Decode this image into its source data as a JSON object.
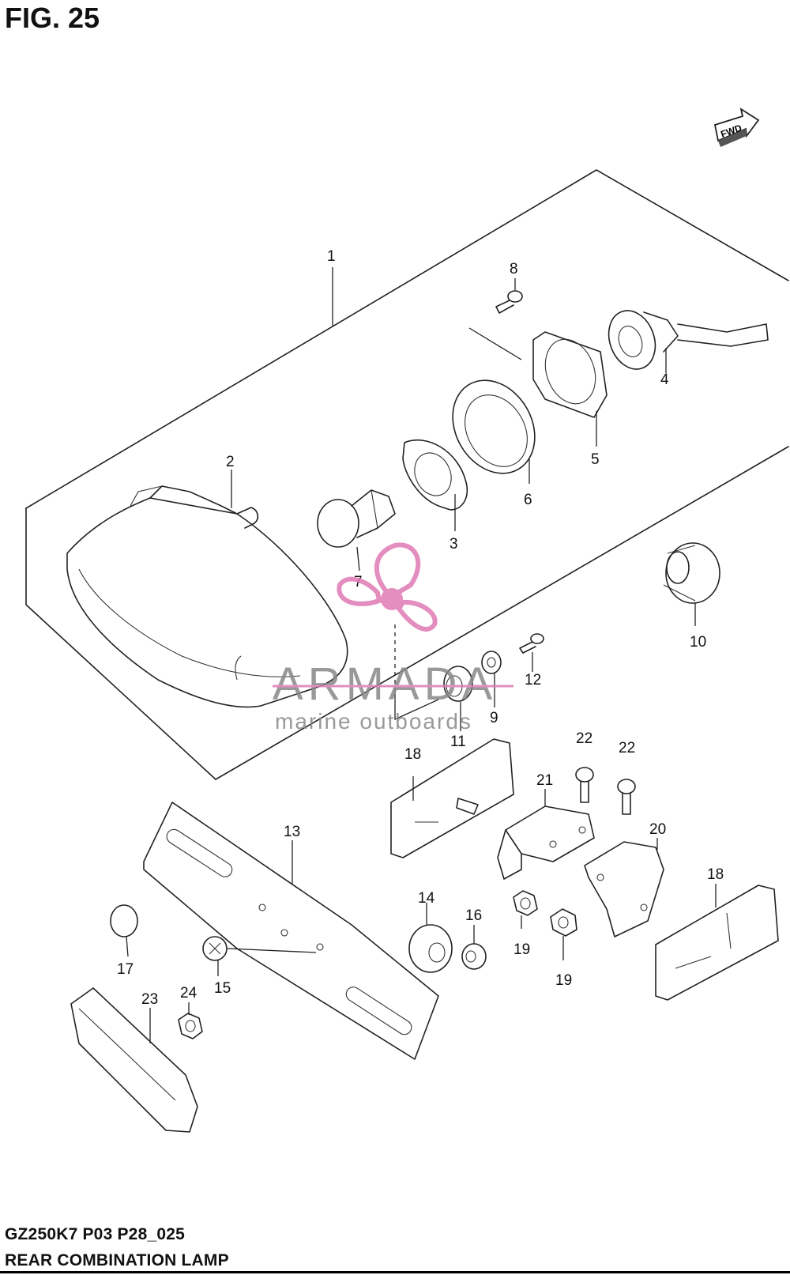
{
  "figure": {
    "title": "FIG. 25",
    "model_code": "GZ250K7 P03 P28_025",
    "assembly_name": "REAR COMBINATION LAMP",
    "direction_badge": "FWD"
  },
  "watermark": {
    "brand": "ARMADA",
    "tagline": "marine outboards",
    "color": "#e07ab4"
  },
  "callouts": [
    "1",
    "2",
    "3",
    "4",
    "5",
    "6",
    "7",
    "8",
    "9",
    "10",
    "11",
    "12",
    "13",
    "14",
    "15",
    "16",
    "17",
    "18",
    "18",
    "19",
    "19",
    "20",
    "21",
    "22",
    "22",
    "23",
    "24"
  ]
}
